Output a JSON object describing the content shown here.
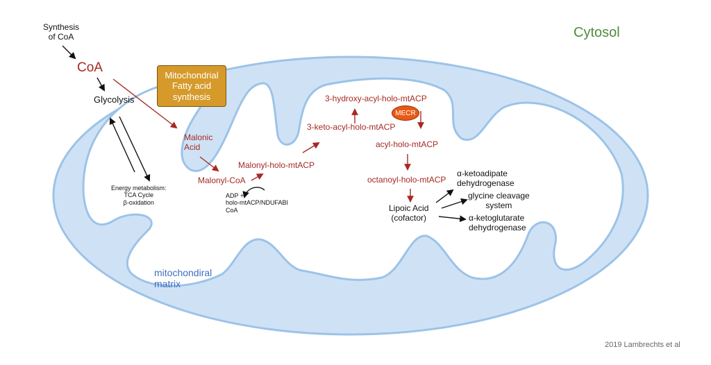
{
  "labels": {
    "synthesis_coa_line1": "Synthesis",
    "synthesis_coa_line2": "of CoA",
    "coa": "CoA",
    "glycolysis": "Glycolysis",
    "mito_fas_line1": "Mitochondrial",
    "mito_fas_line2": "Fatty acid",
    "mito_fas_line3": "synthesis",
    "malonic_acid_line1": "Malonic",
    "malonic_acid_line2": "Acid",
    "malonyl_coa": "Malonyl-CoA",
    "malonyl_holo_mtacp": "Malonyl-holo-mtACP",
    "adp_line1": "ADP +",
    "adp_line2": "holo-mtACP/NDUFABI",
    "adp_line3": "CoA",
    "keto_acyl": "3-keto-acyl-holo-mtACP",
    "hydroxy_acyl": "3-hydroxy-acyl-holo-mtACP",
    "mecr": "MECR",
    "acyl_holo": "acyl-holo-mtACP",
    "octanoyl_holo": "octanoyl-holo-mtACP",
    "lipoic_line1": "Lipoic Acid",
    "lipoic_line2": "(cofactor)",
    "akad_line1": "α-ketoadipate",
    "akad_line2": "dehydrogenase",
    "glycine_line1": "glycine cleavage",
    "glycine_line2": "system",
    "akgd_line1": "α-ketoglutarate",
    "akgd_line2": "dehydrogenase",
    "energy_line1": "Energy metabolism:",
    "energy_line2": "TCA Cycle",
    "energy_line3": "β-oxidation",
    "matrix_line1": "mitochondiral",
    "matrix_line2": "matrix",
    "cytosol": "Cytosol",
    "credit": "2019 Lambrechts et al"
  },
  "colors": {
    "membrane_fill": "#cfe2f5",
    "membrane_stroke": "#9cc3e8",
    "pathway_red": "#a52a24",
    "box_fill": "#d59a2a",
    "mecr_fill": "#e85a16",
    "cytosol_green": "#4f8c3c",
    "matrix_blue": "#3d6fc0"
  }
}
